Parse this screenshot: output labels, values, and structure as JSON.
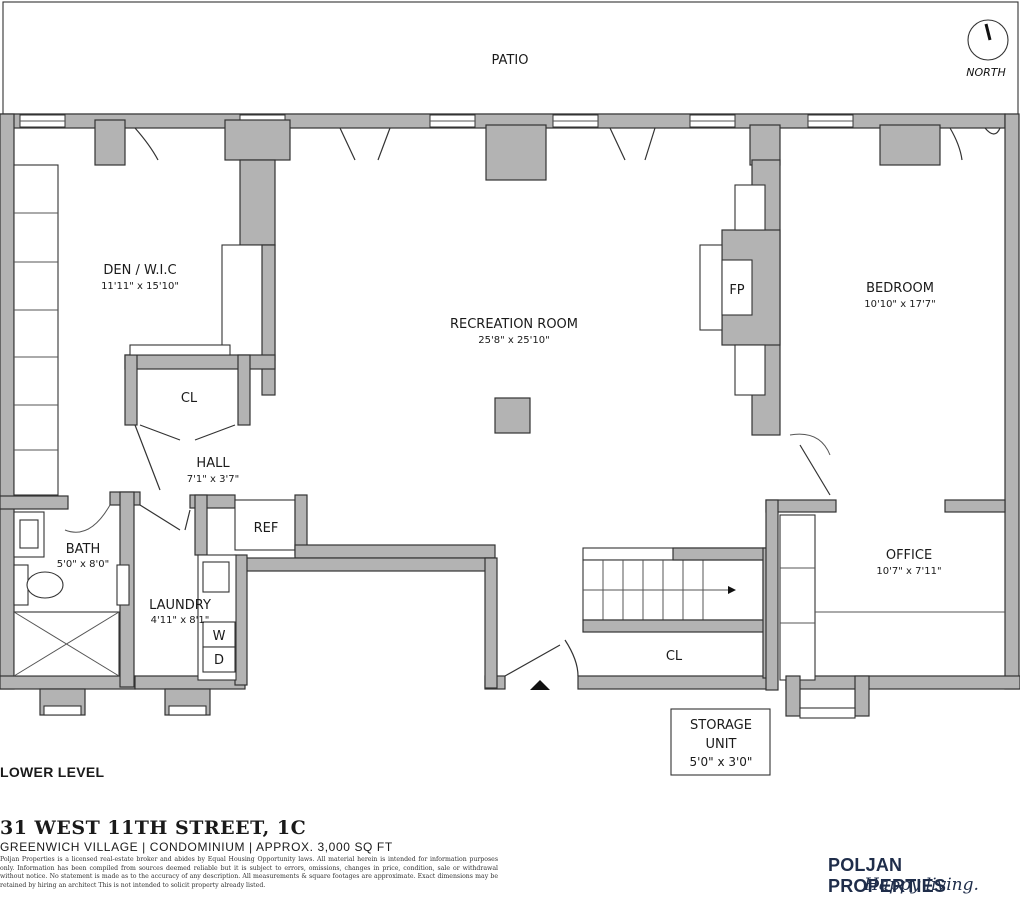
{
  "rooms": {
    "patio": {
      "name": "PATIO"
    },
    "den": {
      "name": "DEN / W.I.C",
      "dims": "11'11\" x 15'10\""
    },
    "recreation": {
      "name": "RECREATION ROOM",
      "dims": "25'8\" x 25'10\""
    },
    "bedroom": {
      "name": "BEDROOM",
      "dims": "10'10\" x 17'7\""
    },
    "hall": {
      "name": "HALL",
      "dims": "7'1\" x 3'7\""
    },
    "bath": {
      "name": "BATH",
      "dims": "5'0\" x 8'0\""
    },
    "laundry": {
      "name": "LAUNDRY",
      "dims": "4'11\" x 8'1\""
    },
    "office": {
      "name": "OFFICE",
      "dims": "10'7\" x 7'11\""
    },
    "storage": {
      "name_line1": "STORAGE",
      "name_line2": "UNIT",
      "dims": "5'0\" x 3'0\""
    }
  },
  "labels": {
    "cl_den": "CL",
    "cl_stairs": "CL",
    "fp": "FP",
    "ref": "REF",
    "washer": "W",
    "dryer": "D",
    "north": "NORTH"
  },
  "footer": {
    "level": "LOWER LEVEL",
    "address": "31 WEST 11TH STREET, 1C",
    "subline": "GREENWICH VILLAGE  |  CONDOMINIUM  |  APPROX. 3,000 SQ FT",
    "disclaimer": "Poljan Properties is a licensed real-estate broker and abides by Equal Housing Opportunity laws. All material herein is intended for information purposes only. Information has been compiled from sources deemed reliable but it is subject to errors, omissions, changes in price, condition, sale or withdrawal without notice. No statement is made as to the accuracy of any description. All measurements & square footages are approximate. Exact dimensions may be retained by hiring an architect This is not intended to solicit property already listed.",
    "brand": "POLJAN PROPERTIES",
    "tagline": "Happy living."
  },
  "colors": {
    "wall": "#b3b3b3",
    "brand": "#1f2d4a"
  }
}
